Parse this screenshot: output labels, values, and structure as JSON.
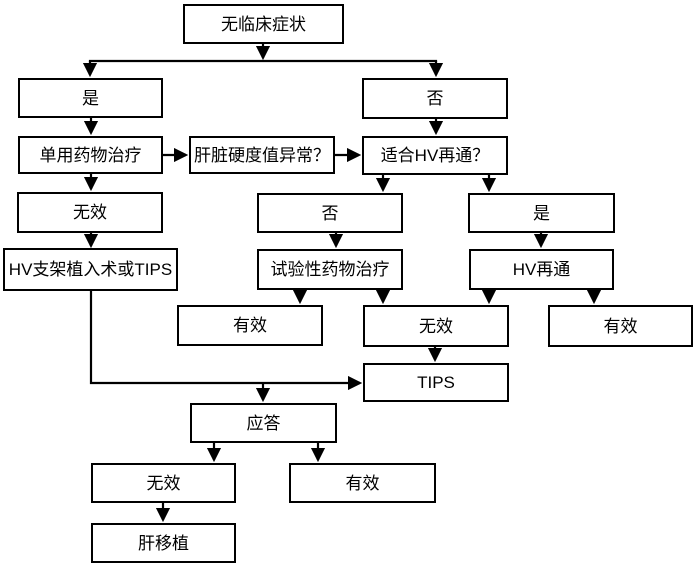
{
  "diagram": {
    "type": "flowchart",
    "colors": {
      "line": "#000000",
      "box_border": "#000000",
      "box_fill": "#ffffff",
      "text": "#000000",
      "background": "#ffffff"
    },
    "nodes": [
      {
        "id": "no-clinical-symptoms",
        "label": "无临床症状"
      },
      {
        "id": "yes-left",
        "label": "是"
      },
      {
        "id": "no-top",
        "label": "否"
      },
      {
        "id": "drug-therapy-alone",
        "label": "单用药物治疗"
      },
      {
        "id": "liver-stiffness-abnormal",
        "label": "肝脏硬度值异常？"
      },
      {
        "id": "suitable-hv-recan",
        "label": "适合HV再通？"
      },
      {
        "id": "ineffective-left",
        "label": "无效"
      },
      {
        "id": "no-mid",
        "label": "否"
      },
      {
        "id": "yes-right",
        "label": "是"
      },
      {
        "id": "hv-stent-or-tips",
        "label": "HV支架植入术或TIPS"
      },
      {
        "id": "experimental-drug-therapy",
        "label": "试验性药物治疗"
      },
      {
        "id": "hv-recanalization",
        "label": "HV再通"
      },
      {
        "id": "effective-mid-left",
        "label": "有效"
      },
      {
        "id": "ineffective-mid",
        "label": "无效"
      },
      {
        "id": "effective-right",
        "label": "有效"
      },
      {
        "id": "tips",
        "label": "TIPS"
      },
      {
        "id": "response",
        "label": "应答"
      },
      {
        "id": "ineffective-bottom",
        "label": "无效"
      },
      {
        "id": "effective-bottom",
        "label": "有效"
      },
      {
        "id": "liver-transplant",
        "label": "肝移植"
      }
    ],
    "edges": [
      {
        "from": "no-clinical-symptoms",
        "to": "yes-left"
      },
      {
        "from": "no-clinical-symptoms",
        "to": "no-top"
      },
      {
        "from": "yes-left",
        "to": "drug-therapy-alone"
      },
      {
        "from": "drug-therapy-alone",
        "to": "ineffective-left"
      },
      {
        "from": "drug-therapy-alone",
        "to": "liver-stiffness-abnormal"
      },
      {
        "from": "liver-stiffness-abnormal",
        "to": "suitable-hv-recan"
      },
      {
        "from": "no-top",
        "to": "suitable-hv-recan"
      },
      {
        "from": "suitable-hv-recan",
        "to": "no-mid"
      },
      {
        "from": "suitable-hv-recan",
        "to": "yes-right"
      },
      {
        "from": "no-mid",
        "to": "experimental-drug-therapy"
      },
      {
        "from": "yes-right",
        "to": "hv-recanalization"
      },
      {
        "from": "ineffective-left",
        "to": "hv-stent-or-tips"
      },
      {
        "from": "experimental-drug-therapy",
        "to": "effective-mid-left"
      },
      {
        "from": "experimental-drug-therapy",
        "to": "ineffective-mid"
      },
      {
        "from": "hv-recanalization",
        "to": "ineffective-mid"
      },
      {
        "from": "hv-recanalization",
        "to": "effective-right"
      },
      {
        "from": "ineffective-mid",
        "to": "tips"
      },
      {
        "from": "hv-stent-or-tips",
        "to": "tips"
      },
      {
        "from": "hv-stent-or-tips",
        "to": "response"
      },
      {
        "from": "response",
        "to": "ineffective-bottom"
      },
      {
        "from": "response",
        "to": "effective-bottom"
      },
      {
        "from": "ineffective-bottom",
        "to": "liver-transplant"
      }
    ]
  }
}
